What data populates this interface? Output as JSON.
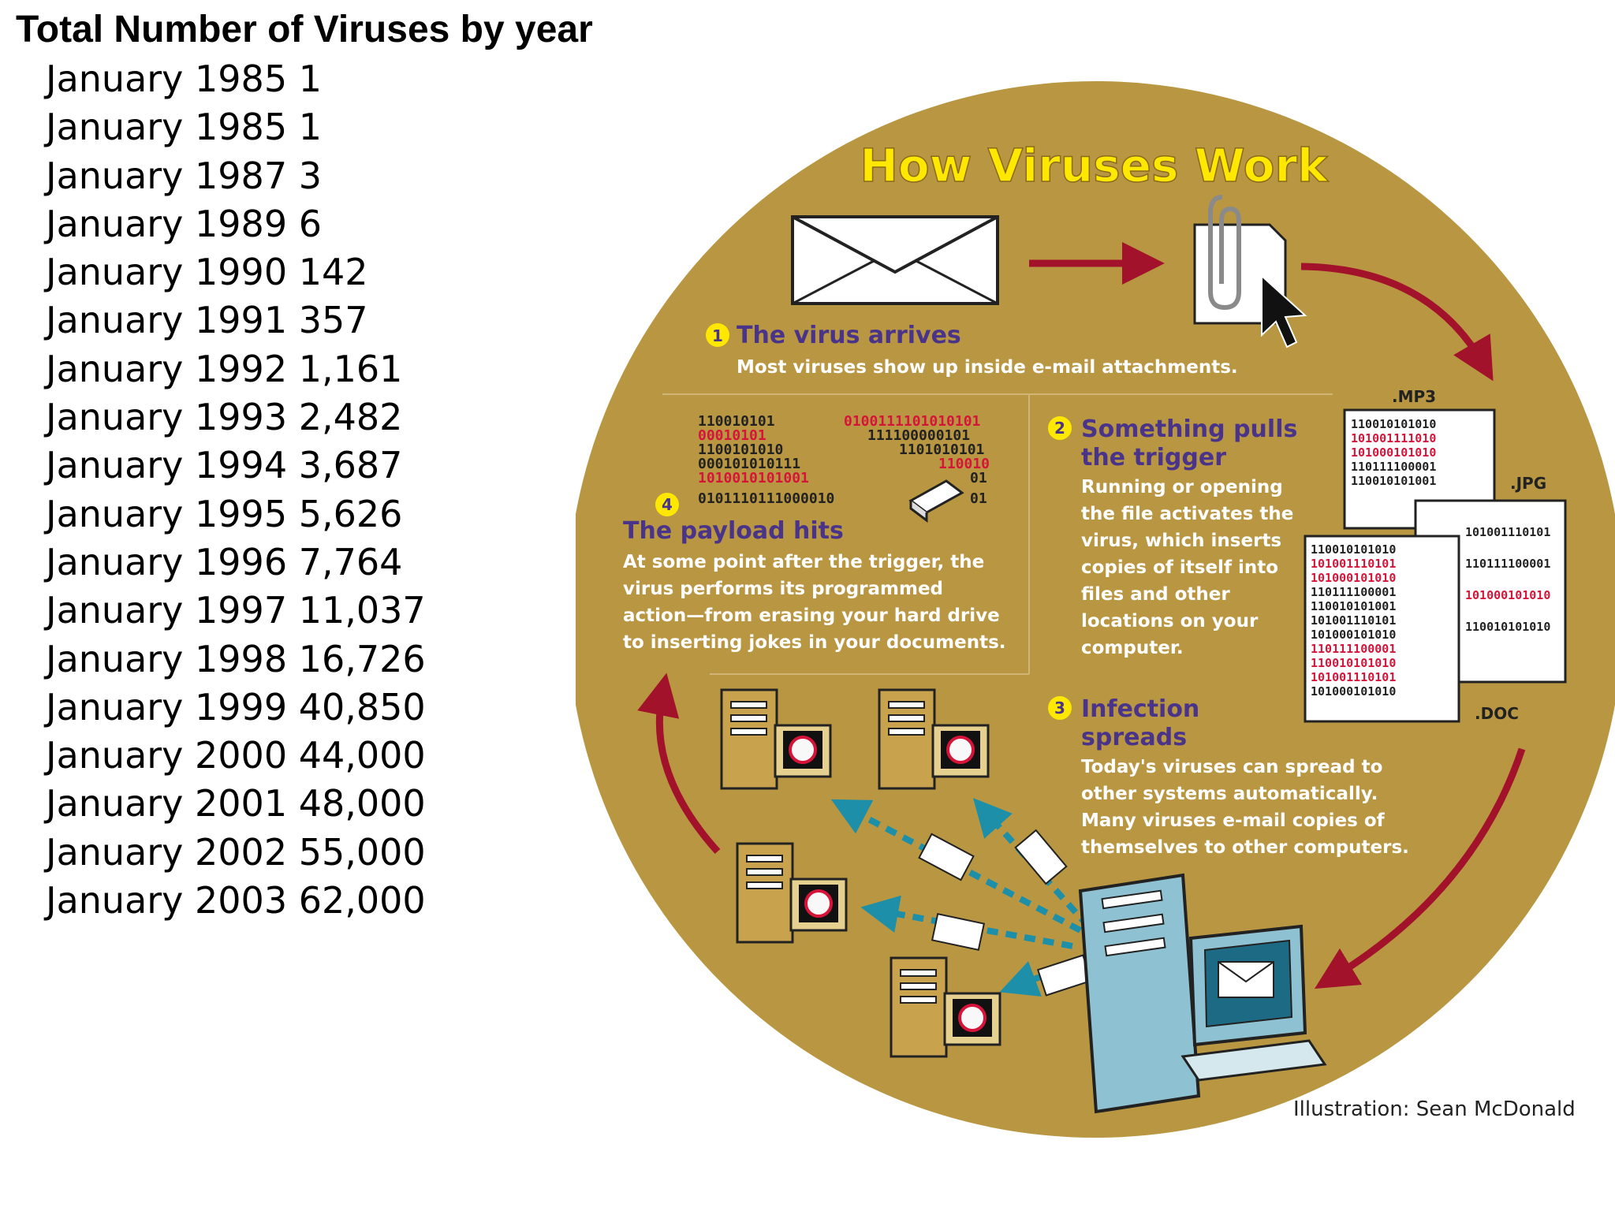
{
  "stats": {
    "title": "Total Number of Viruses by year",
    "rows": [
      {
        "month": "January",
        "year": "1985",
        "count": "1"
      },
      {
        "month": "January",
        "year": "1985",
        "count": "1"
      },
      {
        "month": "January",
        "year": "1987",
        "count": "3"
      },
      {
        "month": "January",
        "year": "1989",
        "count": "6"
      },
      {
        "month": "January",
        "year": "1990",
        "count": "142"
      },
      {
        "month": "January",
        "year": "1991",
        "count": "357"
      },
      {
        "month": "January",
        "year": "1992",
        "count": "1,161"
      },
      {
        "month": "January",
        "year": "1993",
        "count": "2,482"
      },
      {
        "month": "January",
        "year": "1994",
        "count": "3,687"
      },
      {
        "month": "January",
        "year": "1995",
        "count": "5,626"
      },
      {
        "month": "January",
        "year": "1996",
        "count": "7,764"
      },
      {
        "month": "January",
        "year": "1997",
        "count": "11,037"
      },
      {
        "month": "January",
        "year": "1998",
        "count": "16,726"
      },
      {
        "month": "January",
        "year": "1999",
        "count": "40,850"
      },
      {
        "month": "January",
        "year": "2000",
        "count": "44,000"
      },
      {
        "month": "January",
        "year": "2001",
        "count": "48,000"
      },
      {
        "month": "January",
        "year": "2002",
        "count": "55,000"
      },
      {
        "month": "January",
        "year": "2003",
        "count": "62,000"
      }
    ]
  },
  "infographic": {
    "title": "How Viruses Work",
    "steps": [
      {
        "number": "1",
        "heading": "The virus arrives",
        "lines": [
          "Most viruses show up inside e-mail attachments."
        ]
      },
      {
        "number": "2",
        "heading": "Something pulls",
        "heading2": "the trigger",
        "lines": [
          "Running or opening",
          "the file activates the",
          "virus, which inserts",
          "copies of itself into",
          "files and other",
          "locations on your",
          "computer."
        ]
      },
      {
        "number": "3",
        "heading": "Infection",
        "heading2": "spreads",
        "lines": [
          "Today's viruses can spread to",
          "other systems automatically.",
          "Many viruses e-mail copies of",
          "themselves to other computers."
        ]
      },
      {
        "number": "4",
        "heading": "The payload hits",
        "lines": [
          "At some point after the trigger, the",
          "virus performs its programmed",
          "action—from erasing your hard drive",
          "to inserting jokes in your documents."
        ]
      }
    ],
    "file_labels": {
      "mp3": ".MP3",
      "jpg": ".JPG",
      "doc": ".DOC"
    },
    "binary_lines": [
      "110010101",
      "00010101",
      "1100101010",
      "000101010111",
      "1010010101001",
      "0101110111000010",
      "0100111101010101",
      "111100000101",
      "1101010101",
      "110010",
      "01",
      "01"
    ],
    "file_binary": [
      "110010101010",
      "101001111010",
      "101000101010",
      "110111100001",
      "110010101001",
      "101001110101",
      "110111100001",
      "101000101010",
      "110010101010",
      "101001110101",
      "101000101010",
      "110111100001"
    ],
    "credit": "Illustration: Sean McDonald"
  },
  "colors": {
    "disc": "#b99742",
    "title_yellow": "#ffe800",
    "heading_purple": "#4a3489",
    "arrow_red": "#a3122b",
    "binary_red": "#d6143a",
    "computer_blue": "#8ec1d2",
    "computer_tan": "#c9a24e",
    "dotted_blue": "#1d8fa8"
  },
  "icons": [
    "envelope-icon",
    "paperclip-document-icon",
    "cursor-icon",
    "eraser-icon",
    "sad-face-icon",
    "file-stack-icon"
  ]
}
